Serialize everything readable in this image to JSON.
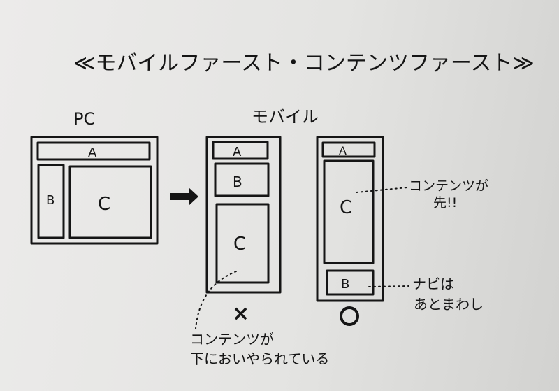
{
  "title": "≪モバイルファースト・コンテンツファースト≫",
  "pc": {
    "label": "PC",
    "a": "A",
    "b": "B",
    "c": "C"
  },
  "mobile": {
    "label": "モバイル"
  },
  "mobile_bad": {
    "a": "A",
    "b": "B",
    "c": "C",
    "mark": "×",
    "note_line1": "コンテンツが",
    "note_line2": "下においやられている"
  },
  "mobile_good": {
    "a": "A",
    "b": "B",
    "c": "C",
    "mark": "○",
    "note_content_line1": "コンテンツが",
    "note_content_line2": "先!!",
    "note_nav_line1": "ナビは",
    "note_nav_line2": "あとまわし"
  },
  "arrow_icon": "right-arrow"
}
